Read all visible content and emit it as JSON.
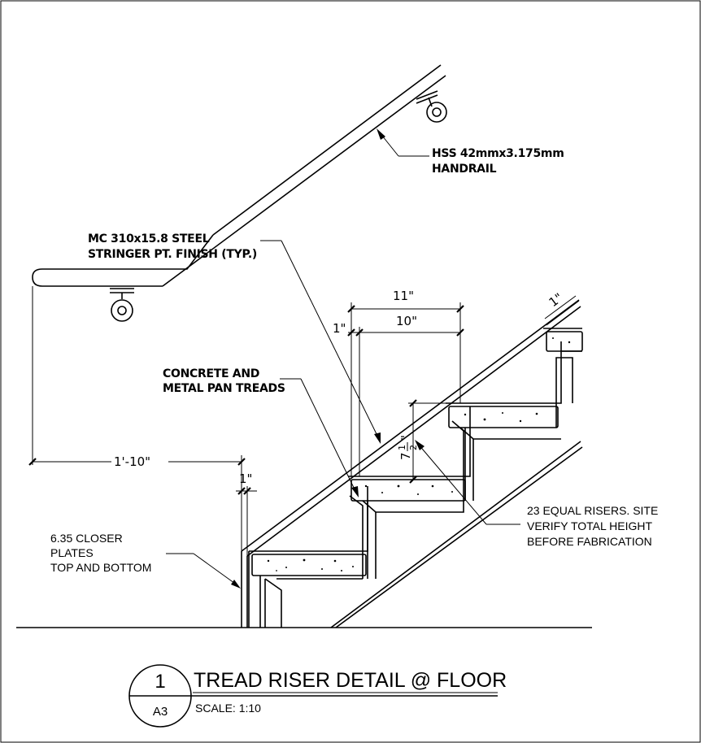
{
  "notes": {
    "handrail": [
      "HSS 42mmx3.175mm",
      "HANDRAIL"
    ],
    "stringer": [
      "MC 310x15.8 STEEL",
      "STRINGER PT. FINISH (TYP.)"
    ],
    "treads": [
      "CONCRETE AND",
      "METAL PAN TREADS"
    ],
    "risers": [
      "23 EQUAL RISERS. SITE",
      "VERIFY TOTAL HEIGHT",
      "BEFORE FABRICATION"
    ],
    "closer": [
      "6.35 CLOSER",
      "PLATES",
      "TOP AND BOTTOM"
    ]
  },
  "dimensions": {
    "tread_overall": "11\"",
    "tread_net": "10\"",
    "nosing": "1\"",
    "riser": "7-1/2\"",
    "riser_fraction": {
      "whole": "7",
      "num": "1",
      "den": "2",
      "mark": "\""
    },
    "handrail_extension": "1'-10\"",
    "stringer_offset": "1\"",
    "stringer_thickness": "1\""
  },
  "title_block": {
    "detail_number": "1",
    "sheet": "A3",
    "title": "TREAD RISER DETAIL @ FLOOR",
    "scale": "SCALE: 1:10"
  }
}
